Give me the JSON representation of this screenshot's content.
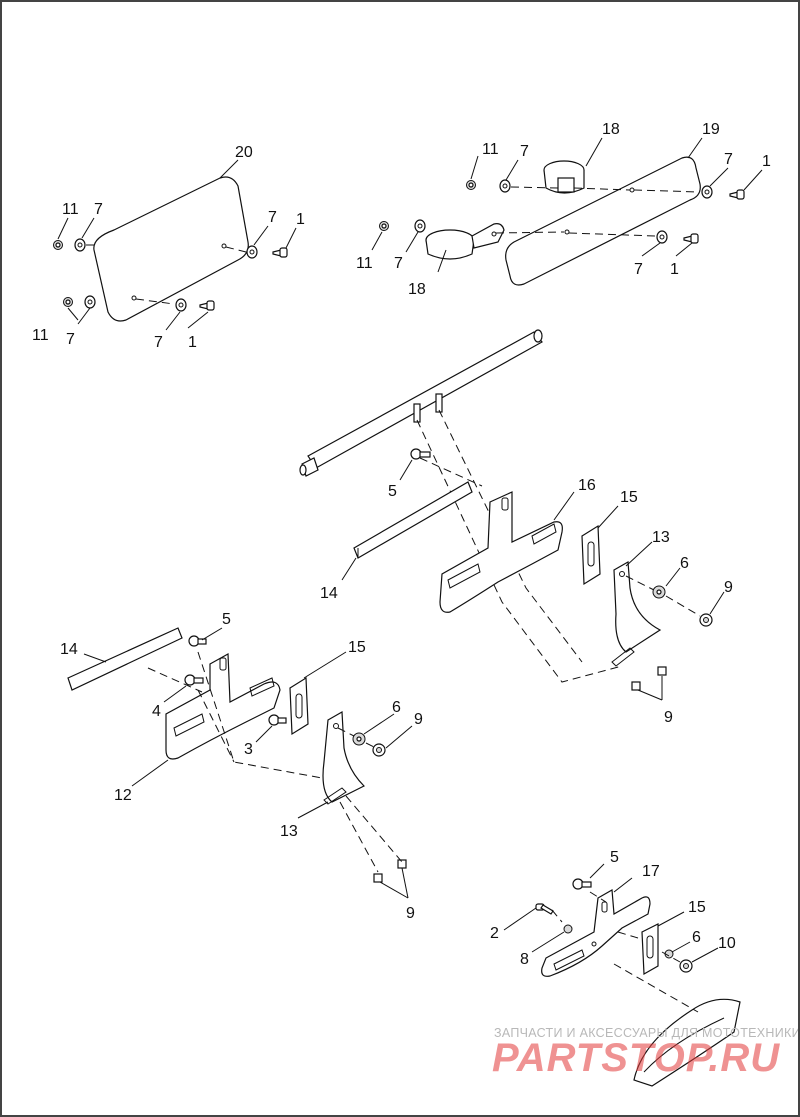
{
  "callouts": {
    "c20": "20",
    "c11a": "11",
    "c7a": "7",
    "c7b": "7",
    "c1a": "1",
    "c11b": "11",
    "c7c": "7",
    "c7d": "7",
    "c1b": "1",
    "c11c": "11",
    "c7e": "7",
    "c18a": "18",
    "c19": "19",
    "c7f": "7",
    "c1c": "1",
    "c11d": "11",
    "c7g": "7",
    "c18b": "18",
    "c7h": "7",
    "c1d": "1",
    "c5a": "5",
    "c16": "16",
    "c15a": "15",
    "c14a": "14",
    "c13a": "13",
    "c6a": "6",
    "c9a": "9",
    "c9b": "9",
    "c14b": "14",
    "c5b": "5",
    "c15b": "15",
    "c4": "4",
    "c6b": "6",
    "c9c": "9",
    "c3": "3",
    "c12": "12",
    "c13b": "13",
    "c9d": "9",
    "c5c": "5",
    "c17": "17",
    "c2": "2",
    "c15c": "15",
    "c8": "8",
    "c6c": "6",
    "c10": "10"
  },
  "watermark": {
    "line": "ЗАПЧАСТИ И АКСЕССУАРЫ ДЛЯ МОТОТЕХНИКИ",
    "logo": "PARTSTOP.RU",
    "logo_color": "#e23a3a"
  }
}
